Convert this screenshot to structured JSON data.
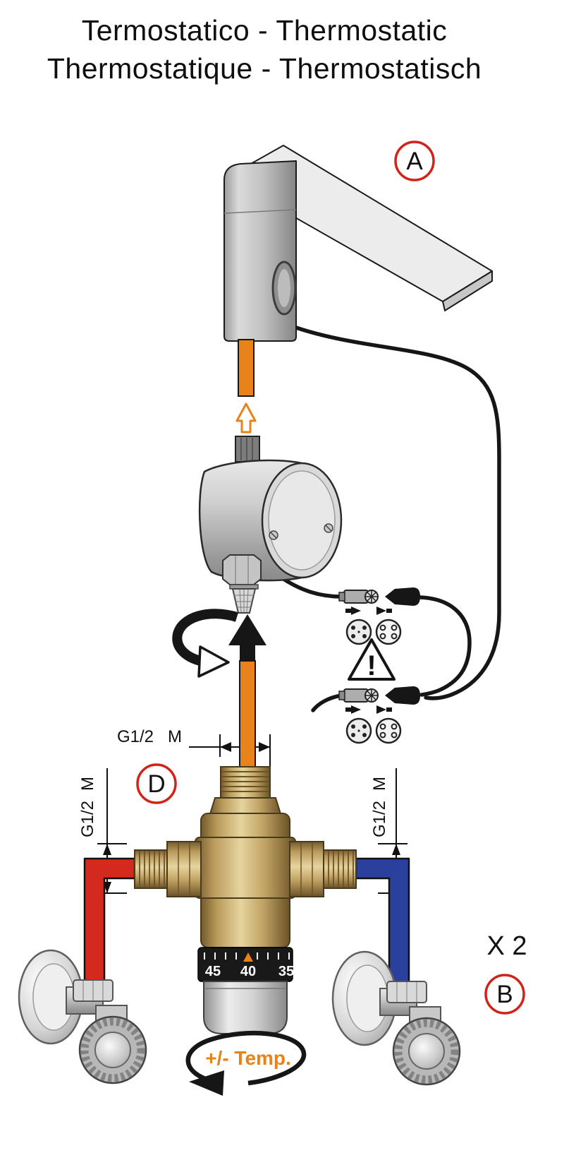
{
  "title": {
    "line1": "Termostatico - Thermostatic",
    "line2": "Thermostatique - Thermostatisch"
  },
  "callouts": {
    "a": "A",
    "b": "B",
    "d": "D"
  },
  "annotations": {
    "x2": "X 2",
    "temp_adjust": "+/- Temp.",
    "warning_mark": "!"
  },
  "dimensions": {
    "thread": "G1/2",
    "gender": "M"
  },
  "valve_scale": {
    "t45": "45",
    "t40": "40",
    "t35": "35"
  },
  "colors": {
    "hot_red": "#d42a1e",
    "cold_blue": "#2b3f9c",
    "pipe_orange": "#e8821a",
    "callout_red": "#d02418",
    "brass": "#b5975a"
  }
}
